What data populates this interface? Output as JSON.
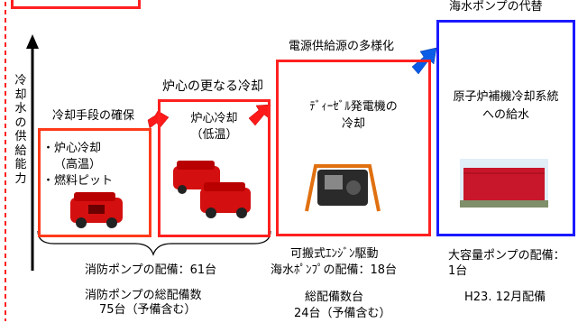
{
  "ylabel": "冷却水の供給能力",
  "stages": {
    "s1": {
      "title": "冷却手段の確保",
      "item1": "・炉心冷却",
      "item1b": "（高温）",
      "item2": "・燃料ピット"
    },
    "s2": {
      "title": "炉心の更なる冷却",
      "item1": "炉心冷却",
      "item1b": "（低温）"
    },
    "s3": {
      "title": "電源供給源の多様化",
      "item1": "ﾃﾞｨｰｾﾞﾙ発電機の",
      "item1b": "冷却"
    },
    "s4": {
      "title": "海水ポンプの代替",
      "item1": "原子炉補機冷却系統",
      "item1b": "への給水"
    }
  },
  "notes": {
    "fire_pumps": "消防ポンプの配備：61台",
    "fire_total_1": "消防ポンプの総配備数",
    "fire_total_2": "75台（予備含む）",
    "portable_1": "可搬式ｴﾝｼﾞﾝ駆動",
    "portable_2": "海水ﾎﾟﾝﾌﾟの配備：18台",
    "portable_total_1": "総配備数台",
    "portable_total_2": "24台（予備含む）",
    "large_1": "大容量ポンプの配備：",
    "large_2": "1台",
    "large_date": "H23. 12月配備"
  },
  "colors": {
    "red": "#ff2020",
    "blue": "#1a1aff",
    "arrow_red": "#ff1a1a",
    "arrow_blue": "#0a5ce6",
    "pump": "#d40f0f"
  }
}
